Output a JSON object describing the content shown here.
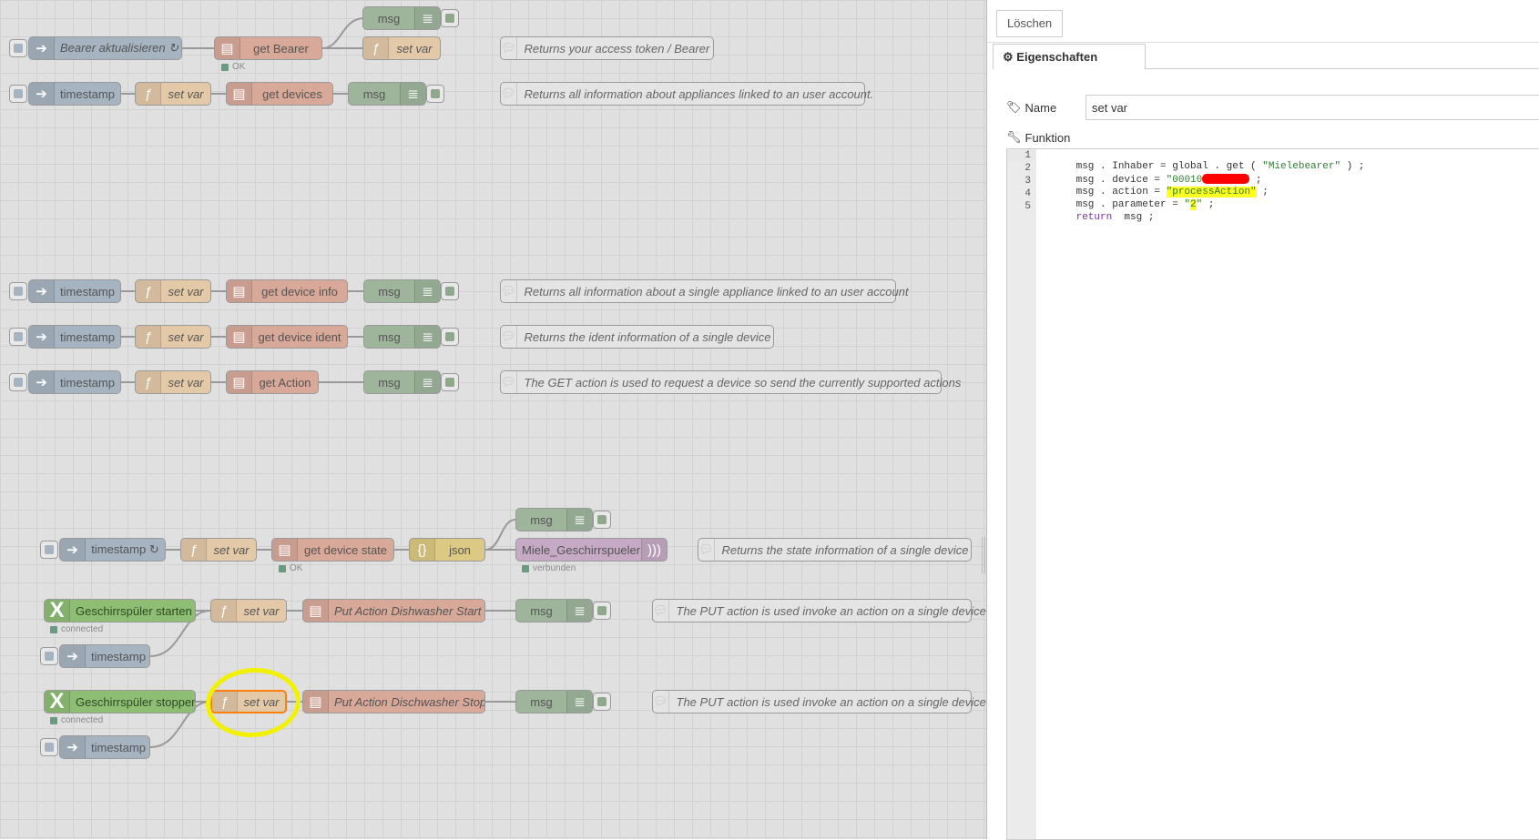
{
  "flows": {
    "row1": {
      "inject_label": "Bearer aktualisieren ↻",
      "http_label": "get Bearer",
      "http_status": "OK",
      "debug_label": "msg",
      "func_label": "set var",
      "comment": "Returns your access token / Bearer"
    },
    "row2": {
      "inject_label": "timestamp",
      "func_label": "set var",
      "http_label": "get devices",
      "debug_label": "msg",
      "comment": "Returns all information about appliances linked to an user account."
    },
    "row3": {
      "inject_label": "timestamp",
      "func_label": "set var",
      "http_label": "get device info",
      "debug_label": "msg",
      "comment": "Returns all information about a single appliance linked to an user account"
    },
    "row4": {
      "inject_label": "timestamp",
      "func_label": "set var",
      "http_label": "get device ident",
      "debug_label": "msg",
      "comment": "Returns the ident information of a single device"
    },
    "row5": {
      "inject_label": "timestamp",
      "func_label": "set var",
      "http_label": "get Action",
      "debug_label": "msg",
      "comment": "The GET action is used to request a device so send the currently supported actions"
    },
    "row6": {
      "inject_label": "timestamp ↻",
      "func_label": "set var",
      "http_label": "get device state",
      "http_status": "OK",
      "json_label": "json",
      "debug_label": "msg",
      "mqtt_label": "Miele_Geschirrspueler",
      "mqtt_status": "verbunden",
      "comment": "Returns the state information of a single device"
    },
    "row7": {
      "trigger_label": "Geschirrspüler starten",
      "trigger_status": "connected",
      "inject_label": "timestamp",
      "func_label": "set var",
      "http_label": "Put Action Dishwasher Start",
      "debug_label": "msg",
      "comment": "The PUT action is used invoke an action on a single device"
    },
    "row8": {
      "trigger_label": "Geschirrspüler stoppen",
      "trigger_status": "connected",
      "inject_label": "timestamp",
      "func_label": "set var",
      "http_label": "Put Action Dischwasher Stop",
      "debug_label": "msg",
      "comment": "The PUT action is used invoke an action on a single device"
    }
  },
  "icons": {
    "inject": "arrow-right-icon",
    "function": "function-icon",
    "http": "http-request-icon",
    "debug": "debug-list-icon",
    "comment": "comment-icon",
    "trigger": "x-trigger-icon"
  },
  "sidebar": {
    "delete_button": "Löschen",
    "tab_properties": "Eigenschaften",
    "name_label": "Name",
    "name_value": "set var",
    "function_label": "Funktion"
  },
  "code": {
    "line_numbers": [
      "1",
      "2",
      "3",
      "4",
      "5"
    ],
    "line1": "msg . Inhaber = global . get ( ",
    "line1_str": "\"Mielebearer\"",
    "line1_end": " ) ;",
    "line2": "msg . device = ",
    "line2_str": "\"00010",
    "line2_end": " ;",
    "line3": "msg . action = ",
    "line3_str": "\"processAction\"",
    "line3_end": " ;",
    "line4": "msg . parameter = ",
    "line4_q1": "\"",
    "line4_val": "2",
    "line4_q2": "\"",
    "line4_end": " ;",
    "line5_kw": "return",
    "line5": "  msg ;"
  },
  "colors": {
    "highlight": "#f2f200",
    "redaction": "#ff0000",
    "inject": "#a6b3c0",
    "function": "#e4c9a8",
    "http": "#d8a899",
    "debug": "#9fb59b",
    "trigger": "#8dbe74"
  }
}
